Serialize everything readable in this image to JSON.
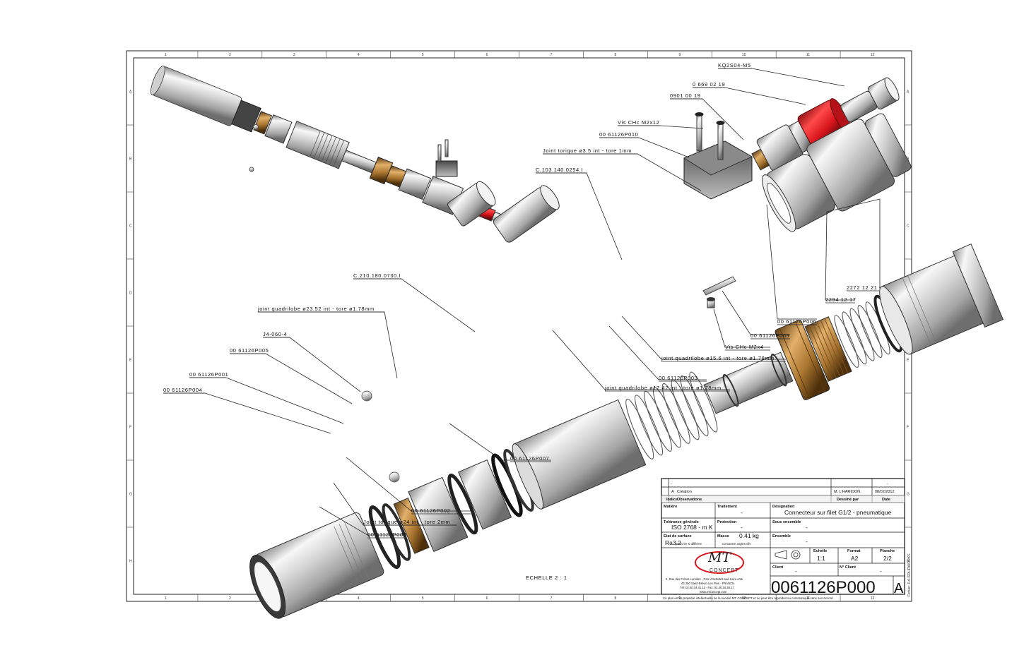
{
  "colors": {
    "accent_red": "#d8151c",
    "brass": "#b07a3c",
    "metal_light": "#e4e4e4",
    "metal_dark": "#5a5a5a",
    "line": "#222222"
  },
  "labels": {
    "kq": "KQ2S04-M5",
    "p0669": "0 669 02 19",
    "p0901": "0901 00 19",
    "vis_m2x12": "Vis CHc M2x12",
    "p010": "00 61126P010",
    "oring35": "Joint torique ø3.5 int - tore 1mm",
    "c103": "C.103.140.0254.I",
    "c210": "C.210.180.0730.I",
    "quad2352": "joint quadrilobe ø23.52 int - tore ø1.78mm",
    "j4": "J4-060-4",
    "p005": "00 61126P005",
    "p001": "00 61126P001",
    "p004": "00 61126P004",
    "p2272": "2272 12 21",
    "p2294": "2294 12 17",
    "p006": "00 61126P006",
    "p009": "00 61126P009",
    "vis_m2x4": "Vis CHc M2x4",
    "quad156": "joint quadrilobe ø15.6 int - tore ø1.78mm",
    "p003": "00 61126P003",
    "quad1242": "joint quadrilobe ø12.42 int - tore ø1.78mm",
    "p007": "00 61126P007",
    "p002": "00 61126P002",
    "oring24": "Joint torique ø24 int - tore 2mm",
    "p008": "00 61126P008",
    "scale_note": "ECHELLE 2 : 1"
  },
  "frame": {
    "col_numbers": [
      "1",
      "2",
      "3",
      "4",
      "5",
      "6",
      "7",
      "8",
      "9",
      "10",
      "11",
      "12"
    ],
    "row_letters": [
      "A",
      "B",
      "C",
      "D",
      "E",
      "F",
      "G",
      "H"
    ],
    "side_note": "Fichier: 0-0-SOLIDWORKS"
  },
  "title_block": {
    "rev_dash": "-",
    "rev_dash_date": "-",
    "rev_index": "A",
    "rev_obs": "Création",
    "rev_author": "M. L'HARIDON",
    "rev_date": "08/02/2012",
    "h_indice": "Indice",
    "h_observations": "Observations",
    "h_dessine": "Dessiné par",
    "h_date": "Date",
    "l_matiere": "Matière",
    "l_traitement": "Traitement",
    "v_traitement": "-",
    "l_designation": "Désignation",
    "v_designation": "Connecteur sur filet G1/2 - pneumatique",
    "l_tolerance": "Tolérance générale",
    "v_tolerance": "ISO 2768 - m K",
    "l_protection": "Protection",
    "v_protection": "-",
    "l_sous_ensemble": "Sous ensemble",
    "v_sous_ensemble": "-",
    "l_etat": "Etat de surface",
    "v_ra": "Ra3.2",
    "v_ra_note": "prescrire si différent",
    "l_masse": "Masse",
    "v_masse": "0.41 kg",
    "v_masse_note": "Concentre angles vifs",
    "l_ensemble": "Ensemble",
    "v_ensemble": "-",
    "l_echelle": "Echelle",
    "v_echelle": "1:1",
    "l_format": "Format",
    "v_format": "A2",
    "l_planche": "Planche",
    "v_planche": "2/2",
    "l_client": "Client",
    "v_client": "-",
    "l_no_client": "N° Client",
    "v_no_client": "-",
    "logo_mt": "MT",
    "logo_concept": "CONCEPT",
    "addr1": "2, Rue des Frères Lumière - Parc d'activités sud Loire-cote",
    "addr2": "44 250 Saint-Brévin Les Pins - FRANCE",
    "addr3": "Tél: 02.40.34.41.11 - Fax: 02.40.34.38.17",
    "addr4": "www.mtconcept.com",
    "drawing_number": "0061126P000",
    "drawing_rev": "A",
    "footer": "Ce plan est la propriété intellectuelle de la société MT CONCEPT et ne peut être reproduit ou communiqué sans son accord"
  }
}
